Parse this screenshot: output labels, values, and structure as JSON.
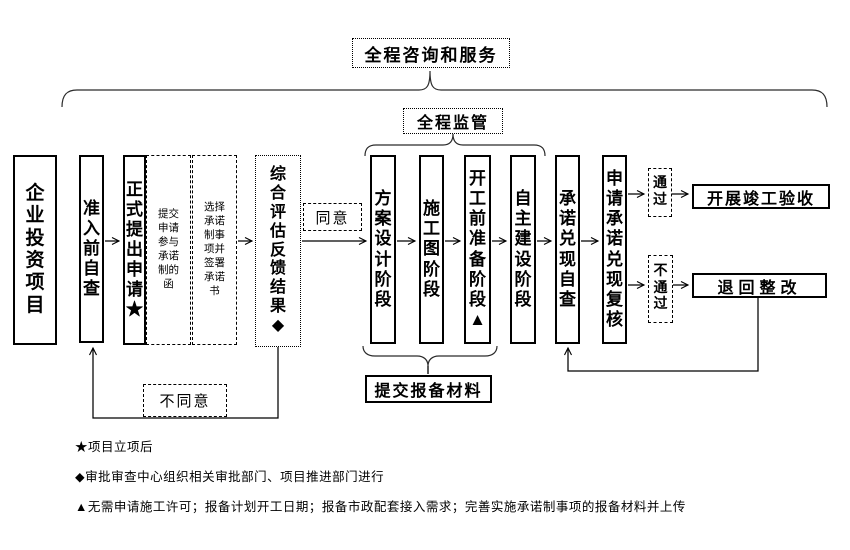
{
  "diagram": {
    "kind": "flowchart",
    "language": "zh-CN",
    "colors": {
      "ink": "#000000",
      "paper": "#ffffff"
    },
    "banners": {
      "full_service": "全程咨询和服务",
      "supervision": "全程监管"
    },
    "boxes": {
      "project": "企业投资项目",
      "pre_check": "准入前自查",
      "formal_apply": "正式提出申请★",
      "commitment_letter": "提交申请参与承诺制的函",
      "commitment_select": "选择承诺制事项并签署承诺书",
      "assessment_feedback": "综合评估反馈结果◆",
      "design_stage": "方案设计阶段",
      "drawing_stage": "施工图阶段",
      "pre_start_stage": "开工前准备阶段▲",
      "self_build_stage": "自主建设阶段",
      "fulfill_self_check": "承诺兑现自查",
      "fulfill_review": "申请承诺兑现复核",
      "final_acceptance": "开展竣工验收",
      "return_rework": "退回整改",
      "submit_materials": "提交报备材料"
    },
    "labels": {
      "agree": "同意",
      "disagree": "不同意",
      "pass": "通过",
      "fail": "不通过"
    },
    "footnotes": [
      "★项目立项后",
      "◆审批审查中心组织相关审批部门、项目推进部门进行",
      "▲无需申请施工许可；报备计划开工日期；报备市政配套接入需求；完善实施承诺制事项的报备材料并上传"
    ]
  }
}
